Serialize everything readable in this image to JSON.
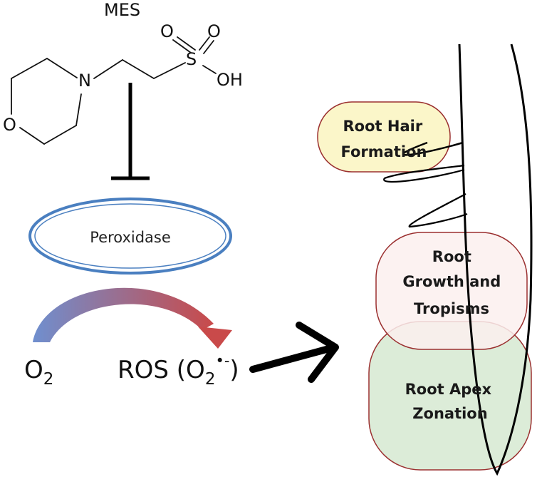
{
  "molecule": {
    "name": "MES",
    "atoms": {
      "nitrogen": "N",
      "ring_oxygen": "O",
      "sulfur": "S",
      "oxygen_top_1": "O",
      "oxygen_top_2": "O",
      "hydroxyl": "OH"
    }
  },
  "enzyme": {
    "label": "Peroxidase"
  },
  "reaction": {
    "substrate_base": "O",
    "substrate_sub": "2",
    "product_prefix": "ROS (O",
    "product_sub": "2",
    "product_sup": "•-",
    "product_suffix": ")"
  },
  "root": {
    "zones": [
      {
        "line1": "Root Hair",
        "line2": "Formation",
        "line3": ""
      },
      {
        "line1": "Root",
        "line2": "Growth and",
        "line3": "Tropisms"
      },
      {
        "line1": "Root Apex",
        "line2": "Zonation",
        "line3": ""
      }
    ]
  },
  "colors": {
    "ellipse_stroke": "#4a7fc0",
    "arc_start": "#6f8fcf",
    "arc_end": "#c94a4a",
    "zone_hair_fill": "#fbf6c9",
    "zone_growth_fill": "#fbf0ef",
    "zone_apex_fill": "#d8ead4",
    "zone_stroke": "#9b3030"
  }
}
